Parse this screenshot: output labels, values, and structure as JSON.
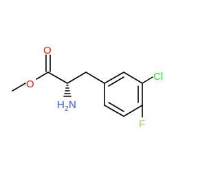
{
  "molecule": {
    "atoms": {
      "carbonyl_oxygen": {
        "symbol": "O",
        "color": "#ff0d0d"
      },
      "ester_oxygen": {
        "symbol": "O",
        "color": "#ff0d0d"
      },
      "amine": {
        "symbol": "H",
        "subscript": "2",
        "suffix": "N",
        "color": "#3050f8"
      },
      "chlorine": {
        "symbol": "Cl",
        "color": "#1ff01f"
      },
      "fluorine": {
        "symbol": "F",
        "color": "#90e050"
      }
    },
    "colors": {
      "bond": "#000000",
      "background": "#ffffff"
    },
    "stereo": {
      "alpha_carbon": "hashed-wedge"
    }
  }
}
